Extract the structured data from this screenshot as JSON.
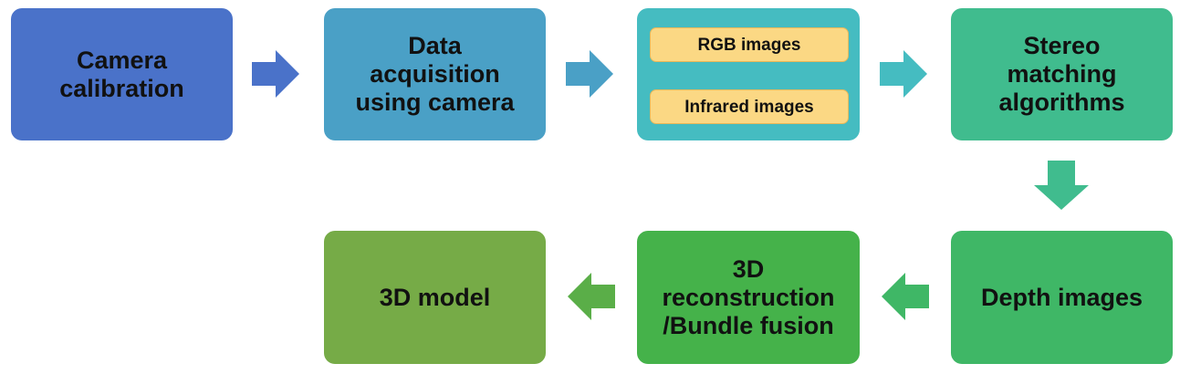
{
  "colors": {
    "camera_calibration": "#4a72c9",
    "data_acquisition": "#4aa0c6",
    "images_group": "#45bcc1",
    "sub_box_fill": "#fbd884",
    "stereo_matching": "#40bc8e",
    "depth_images": "#3fb766",
    "reconstruction": "#45b24a",
    "model": "#76ab47"
  },
  "nodes": {
    "camera_calibration": "Camera\ncalibration",
    "data_acquisition": "Data\nacquisition\nusing camera",
    "rgb_images": "RGB images",
    "infrared_images": "Infrared images",
    "stereo_matching": "Stereo\nmatching\nalgorithms",
    "depth_images": "Depth images",
    "reconstruction": "3D\nreconstruction\n/Bundle fusion",
    "model": "3D model"
  },
  "arrows": [
    {
      "from": "camera_calibration",
      "to": "data_acquisition",
      "icon": "arrow-right-icon",
      "color": "#4a72c9"
    },
    {
      "from": "data_acquisition",
      "to": "images_group",
      "icon": "arrow-right-icon",
      "color": "#4aa0c6"
    },
    {
      "from": "images_group",
      "to": "stereo_matching",
      "icon": "arrow-right-icon",
      "color": "#45bcc1"
    },
    {
      "from": "stereo_matching",
      "to": "depth_images",
      "icon": "arrow-down-icon",
      "color": "#40bc8e"
    },
    {
      "from": "depth_images",
      "to": "reconstruction",
      "icon": "arrow-left-icon",
      "color": "#3fb766"
    },
    {
      "from": "reconstruction",
      "to": "model",
      "icon": "arrow-left-icon",
      "color": "#5aae48"
    }
  ]
}
